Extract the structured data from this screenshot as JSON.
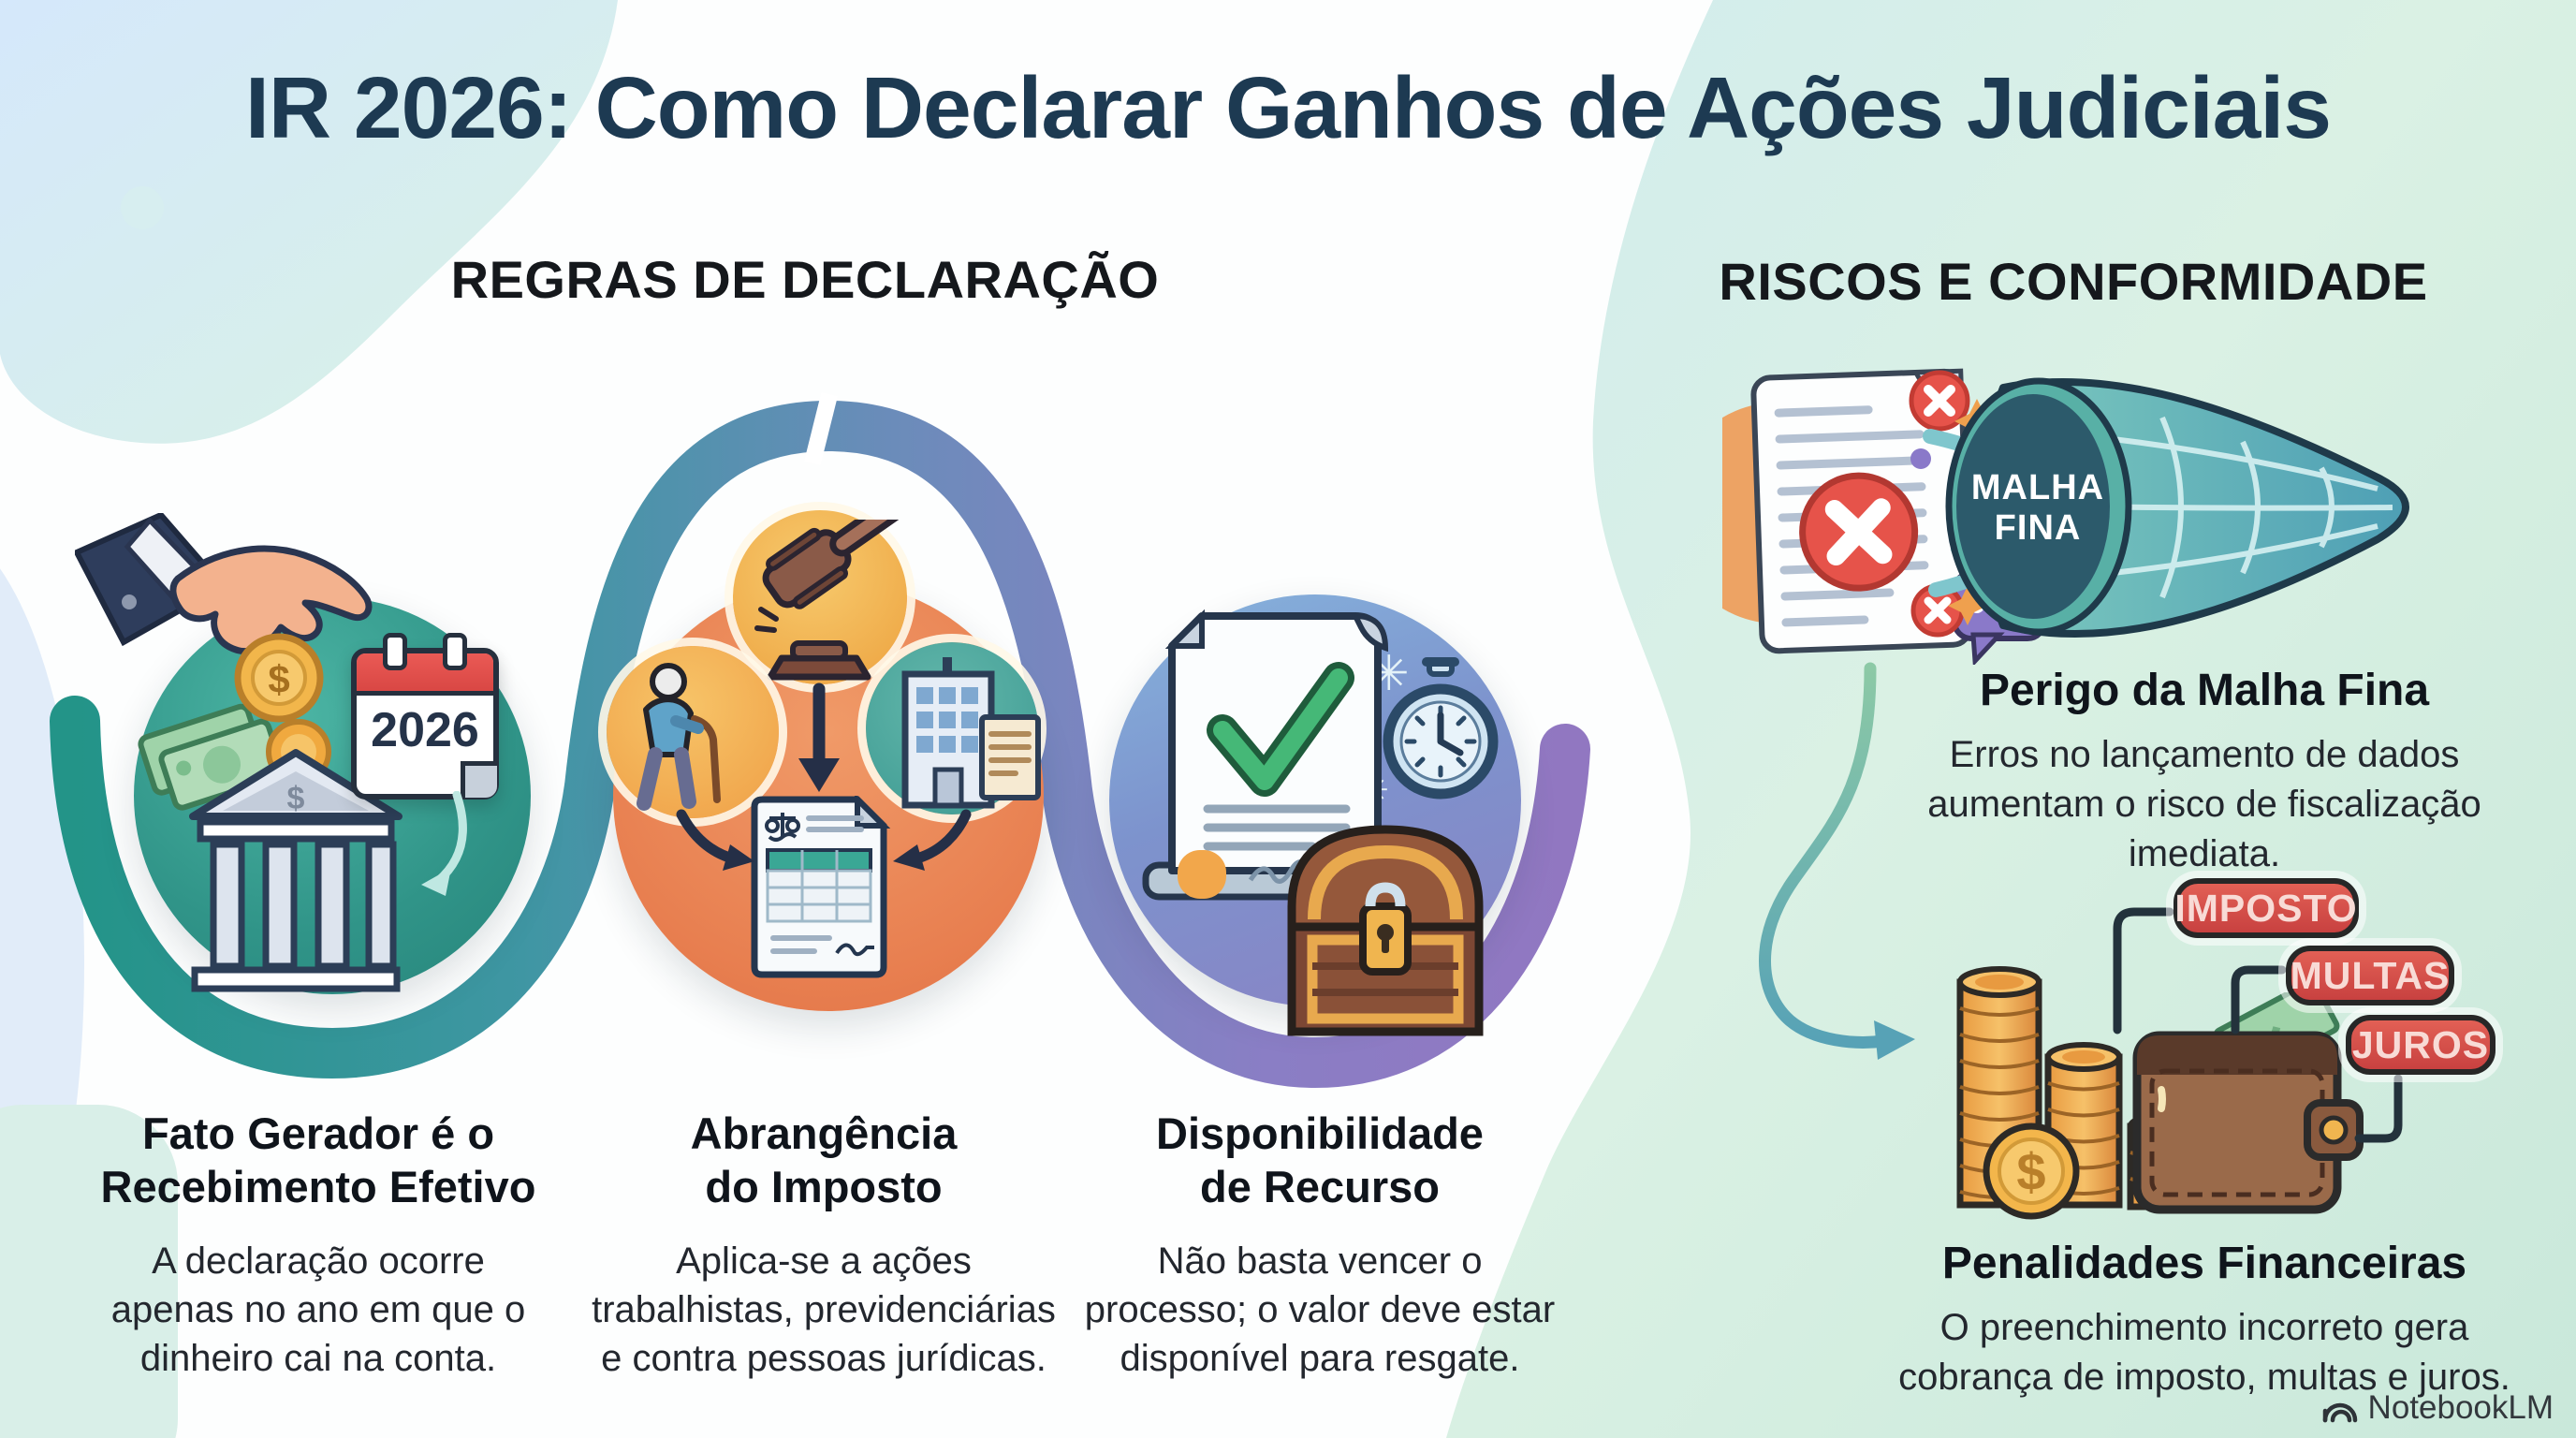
{
  "page": {
    "title": "IR 2026: Como Declarar Ganhos de Ações Judiciais",
    "watermark": "NotebookLM"
  },
  "left": {
    "heading": "REGRAS DE DECLARAÇÃO",
    "steps": [
      {
        "title": "Fato Gerador é o\nRecebimento Efetivo",
        "description": "A declaração ocorre\napenas no ano em que o\ndinheiro cai na conta.",
        "calendar_year": "2026"
      },
      {
        "title": "Abrangência\ndo Imposto",
        "description": "Aplica-se a ações\ntrabalhistas, previdenciárias\ne contra pessoas jurídicas."
      },
      {
        "title": "Disponibilidade\nde Recurso",
        "description": "Não basta vencer o\nprocesso; o valor deve estar\ndisponível para resgate."
      }
    ]
  },
  "right": {
    "heading": "RISCOS E CONFORMIDADE",
    "risks": [
      {
        "title": "Perigo da Malha Fina",
        "description": "Erros no lançamento de dados\naumentam o risco de fiscalização\nimediata.",
        "funnel_label": "MALHA\nFINA"
      },
      {
        "title": "Penalidades Financeiras",
        "description": "O preenchimento incorreto gera\ncobrança de imposto, multas e juros.",
        "badges": [
          "IMPOSTO",
          "MULTAS",
          "JUROS"
        ]
      }
    ]
  },
  "colors": {
    "title_navy": "#1d3a52",
    "teal_circle": "#2f9e8f",
    "orange_circle": "#ec8a5e",
    "blue_circle": "#7f9ed3",
    "badge_red": "#cf4b45",
    "panel_mint": "#d8efe6",
    "ribbon_teal": "#2a9b8e",
    "ribbon_purple": "#9177c1"
  }
}
